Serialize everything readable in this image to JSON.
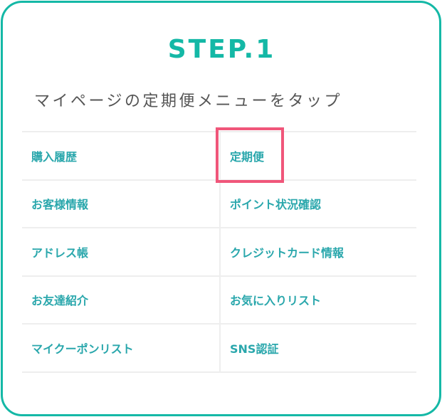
{
  "step": {
    "title": "STEP.1",
    "description": "マイページの定期便メニューをタップ"
  },
  "menu": {
    "rows": [
      {
        "left": "購入履歴",
        "right": "定期便"
      },
      {
        "left": "お客様情報",
        "right": "ポイント状況確認"
      },
      {
        "left": "アドレス帳",
        "right": "クレジットカード情報"
      },
      {
        "left": "お友達紹介",
        "right": "お気に入りリスト"
      },
      {
        "left": "マイクーポンリスト",
        "right": "SNS認証"
      }
    ],
    "highlighted_item": "定期便"
  },
  "colors": {
    "accent": "#14b8a6",
    "link": "#2aa7ac",
    "highlight": "#f0567a",
    "text": "#555555",
    "divider": "#eeeeee"
  }
}
